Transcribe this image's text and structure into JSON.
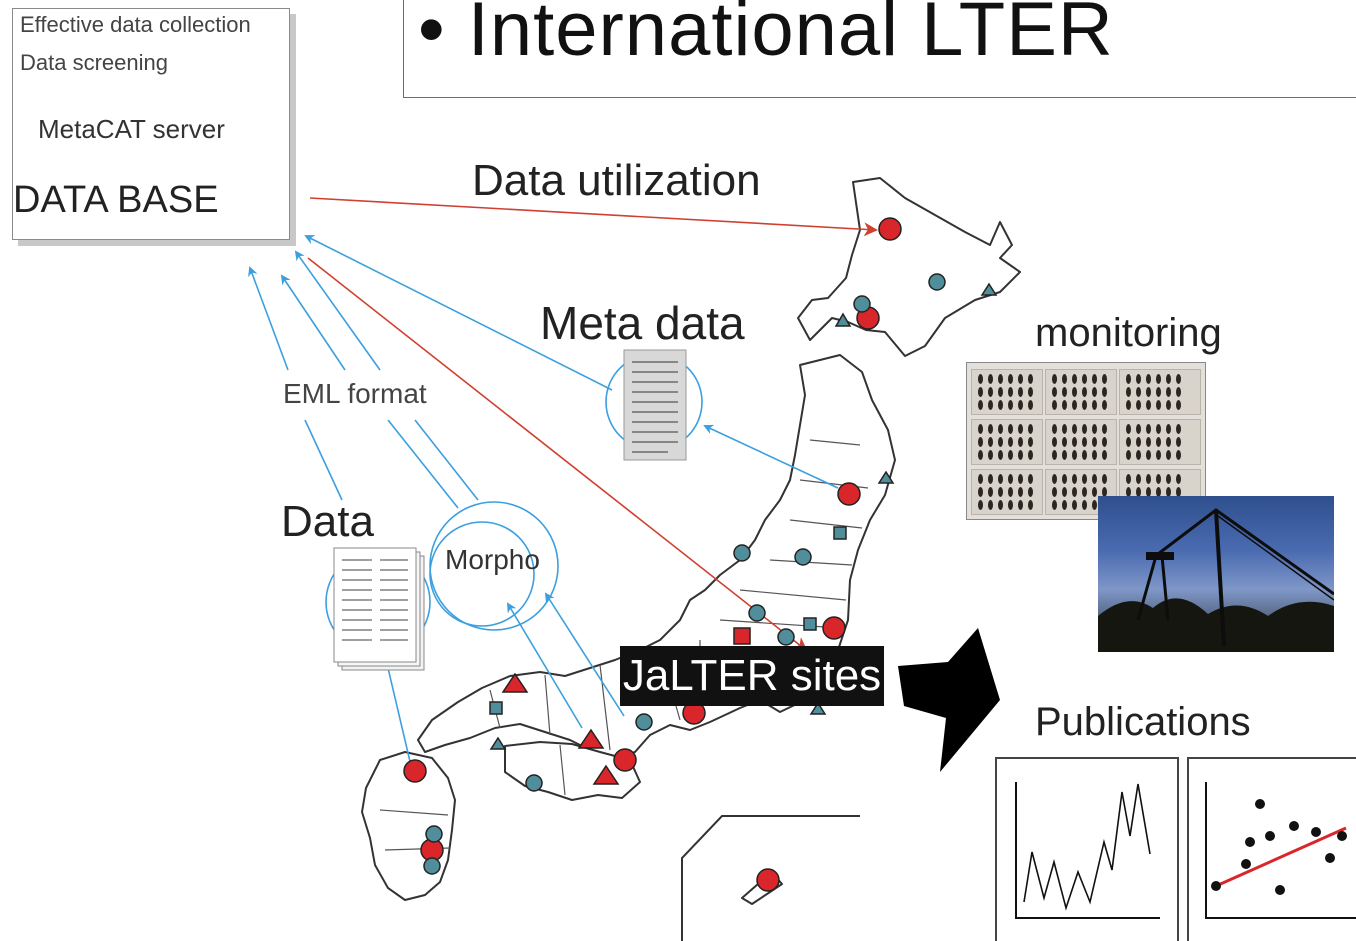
{
  "title": "International LTER",
  "database": {
    "lines": [
      "Effective data collection",
      "Data screening",
      "MetaCAT server"
    ],
    "name": "DATA BASE"
  },
  "labels": {
    "data_utilization": "Data utilization",
    "meta_data": "Meta data",
    "eml_format": "EML format",
    "data": "Data",
    "morpho": "Morpho",
    "jalter_sites": "JaLTER sites",
    "monitoring": "monitoring",
    "publications": "Publications"
  },
  "colors": {
    "red_arrow": "#d04030",
    "blue_arrow": "#3b9fe0",
    "site_red": "#d9262b",
    "site_teal": "#4f8e9a"
  }
}
